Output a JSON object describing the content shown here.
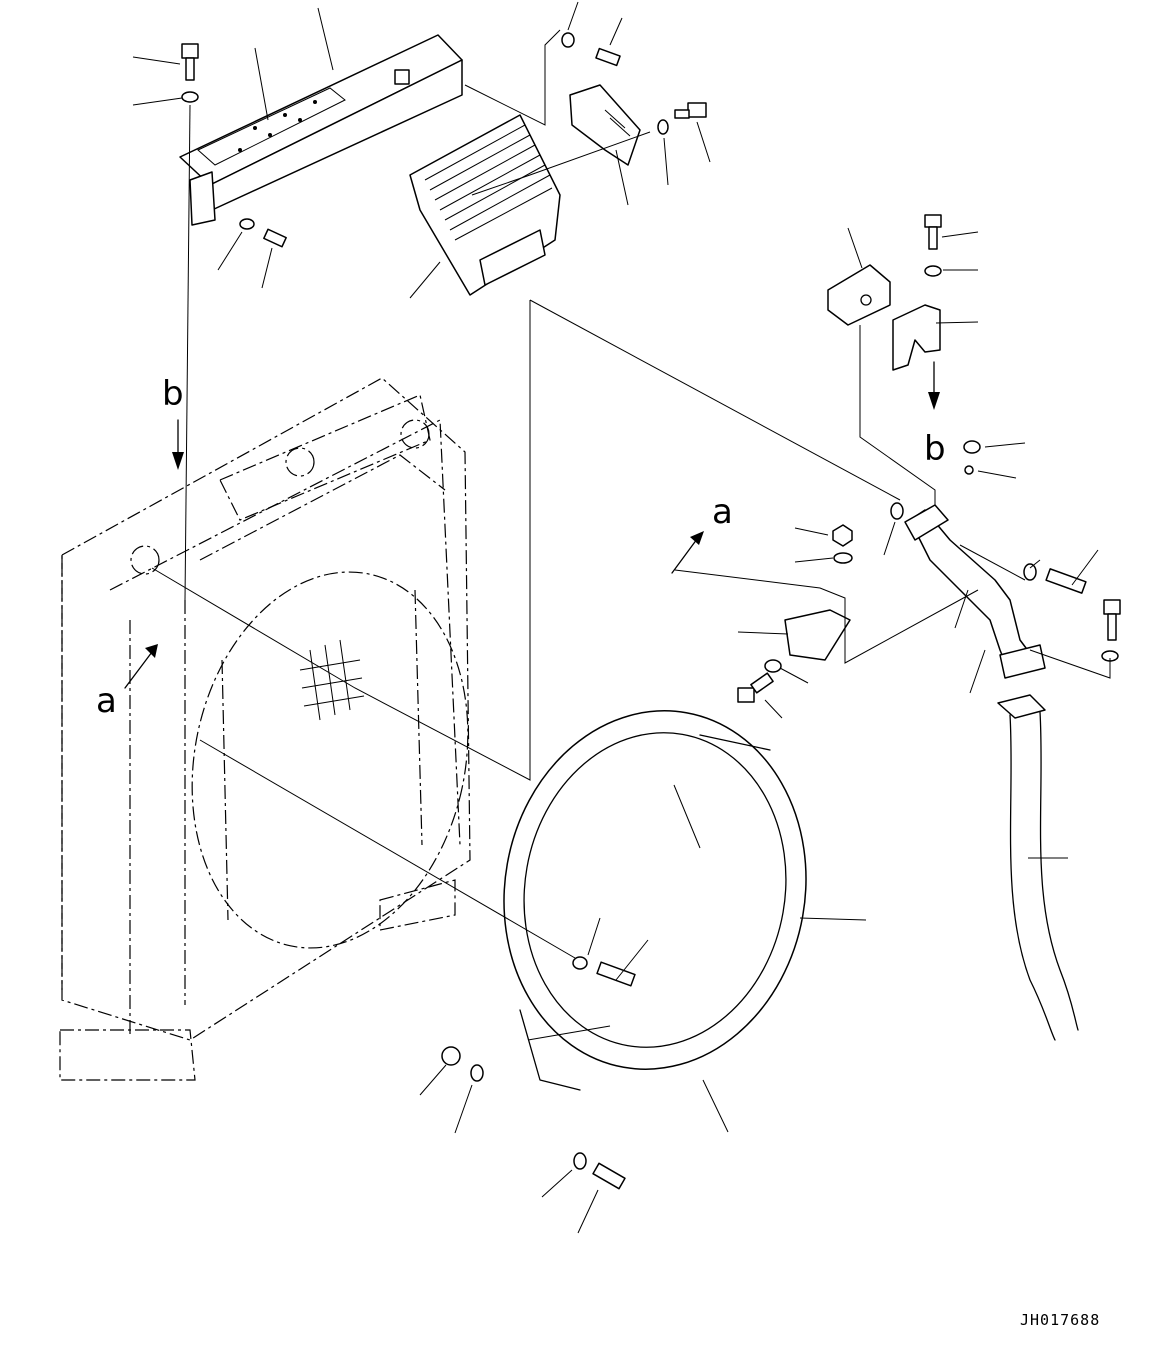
{
  "figure": {
    "drawing_code": "JH017688",
    "view_labels": {
      "a": "a",
      "b": "b"
    }
  }
}
